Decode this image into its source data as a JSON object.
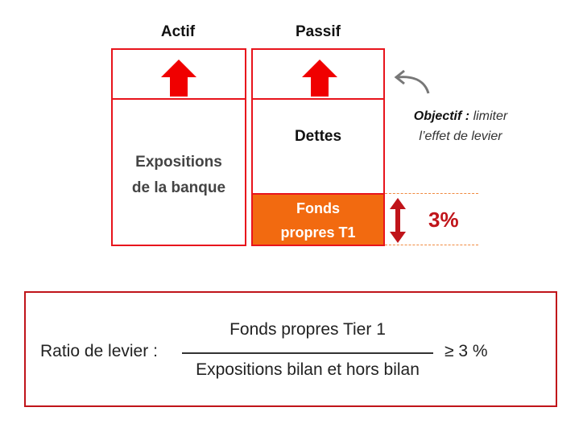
{
  "diagram": {
    "actif_title": "Actif",
    "passif_title": "Passif",
    "actif_label_line1": "Expositions",
    "actif_label_line2": "de la banque",
    "dettes_label": "Dettes",
    "fonds_line1": "Fonds",
    "fonds_line2": "propres T1",
    "percent": "3%",
    "objective_bold": "Objectif :",
    "objective_rest_line1": "limiter",
    "objective_line2": "l’effet de levier"
  },
  "formula": {
    "label": "Ratio de levier :",
    "numerator": "Fonds propres Tier 1",
    "denominator": "Expositions bilan et hors bilan",
    "comparison": "≥ 3 %"
  },
  "colors": {
    "box_border": "#e8141c",
    "fonds_fill": "#f26a10",
    "percent": "#c0141a",
    "arrow_red": "#f00000",
    "arrow_dark_red": "#c0141a"
  }
}
